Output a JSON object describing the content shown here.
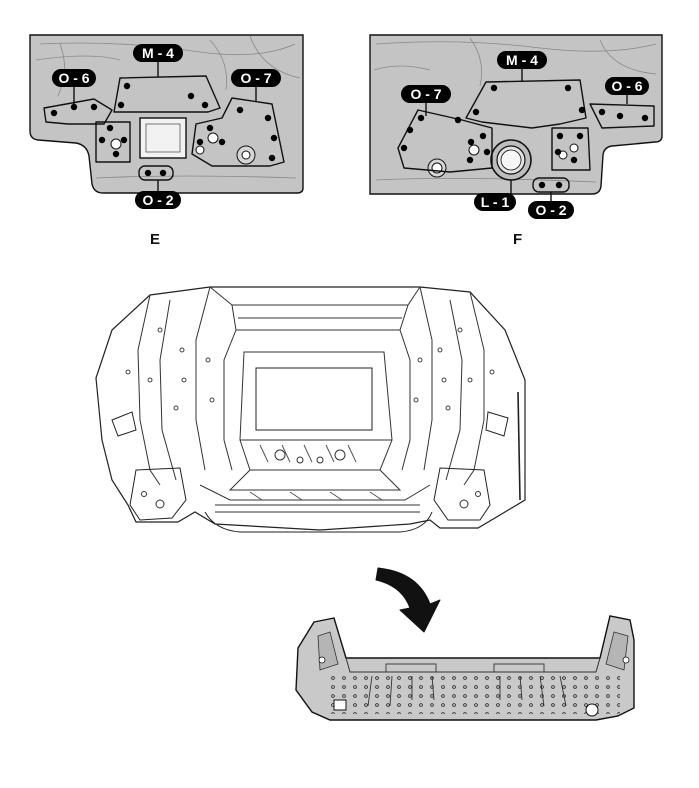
{
  "views": {
    "e": {
      "letter": "E",
      "labels": {
        "o6": "O - 6",
        "m4": "M - 4",
        "o7": "O - 7",
        "o2": "O - 2"
      }
    },
    "f": {
      "letter": "F",
      "labels": {
        "m4": "M - 4",
        "o7": "O - 7",
        "o6": "O - 6",
        "l1": "L - 1",
        "o2": "O - 2"
      }
    }
  },
  "colors": {
    "panel_fill": "#c4c4c4",
    "outline": "#111111",
    "label_fill": "#000000",
    "label_text": "#ffffff",
    "background": "#ffffff"
  },
  "icons": {
    "removal_arrow": "curved-down-arrow-icon"
  }
}
